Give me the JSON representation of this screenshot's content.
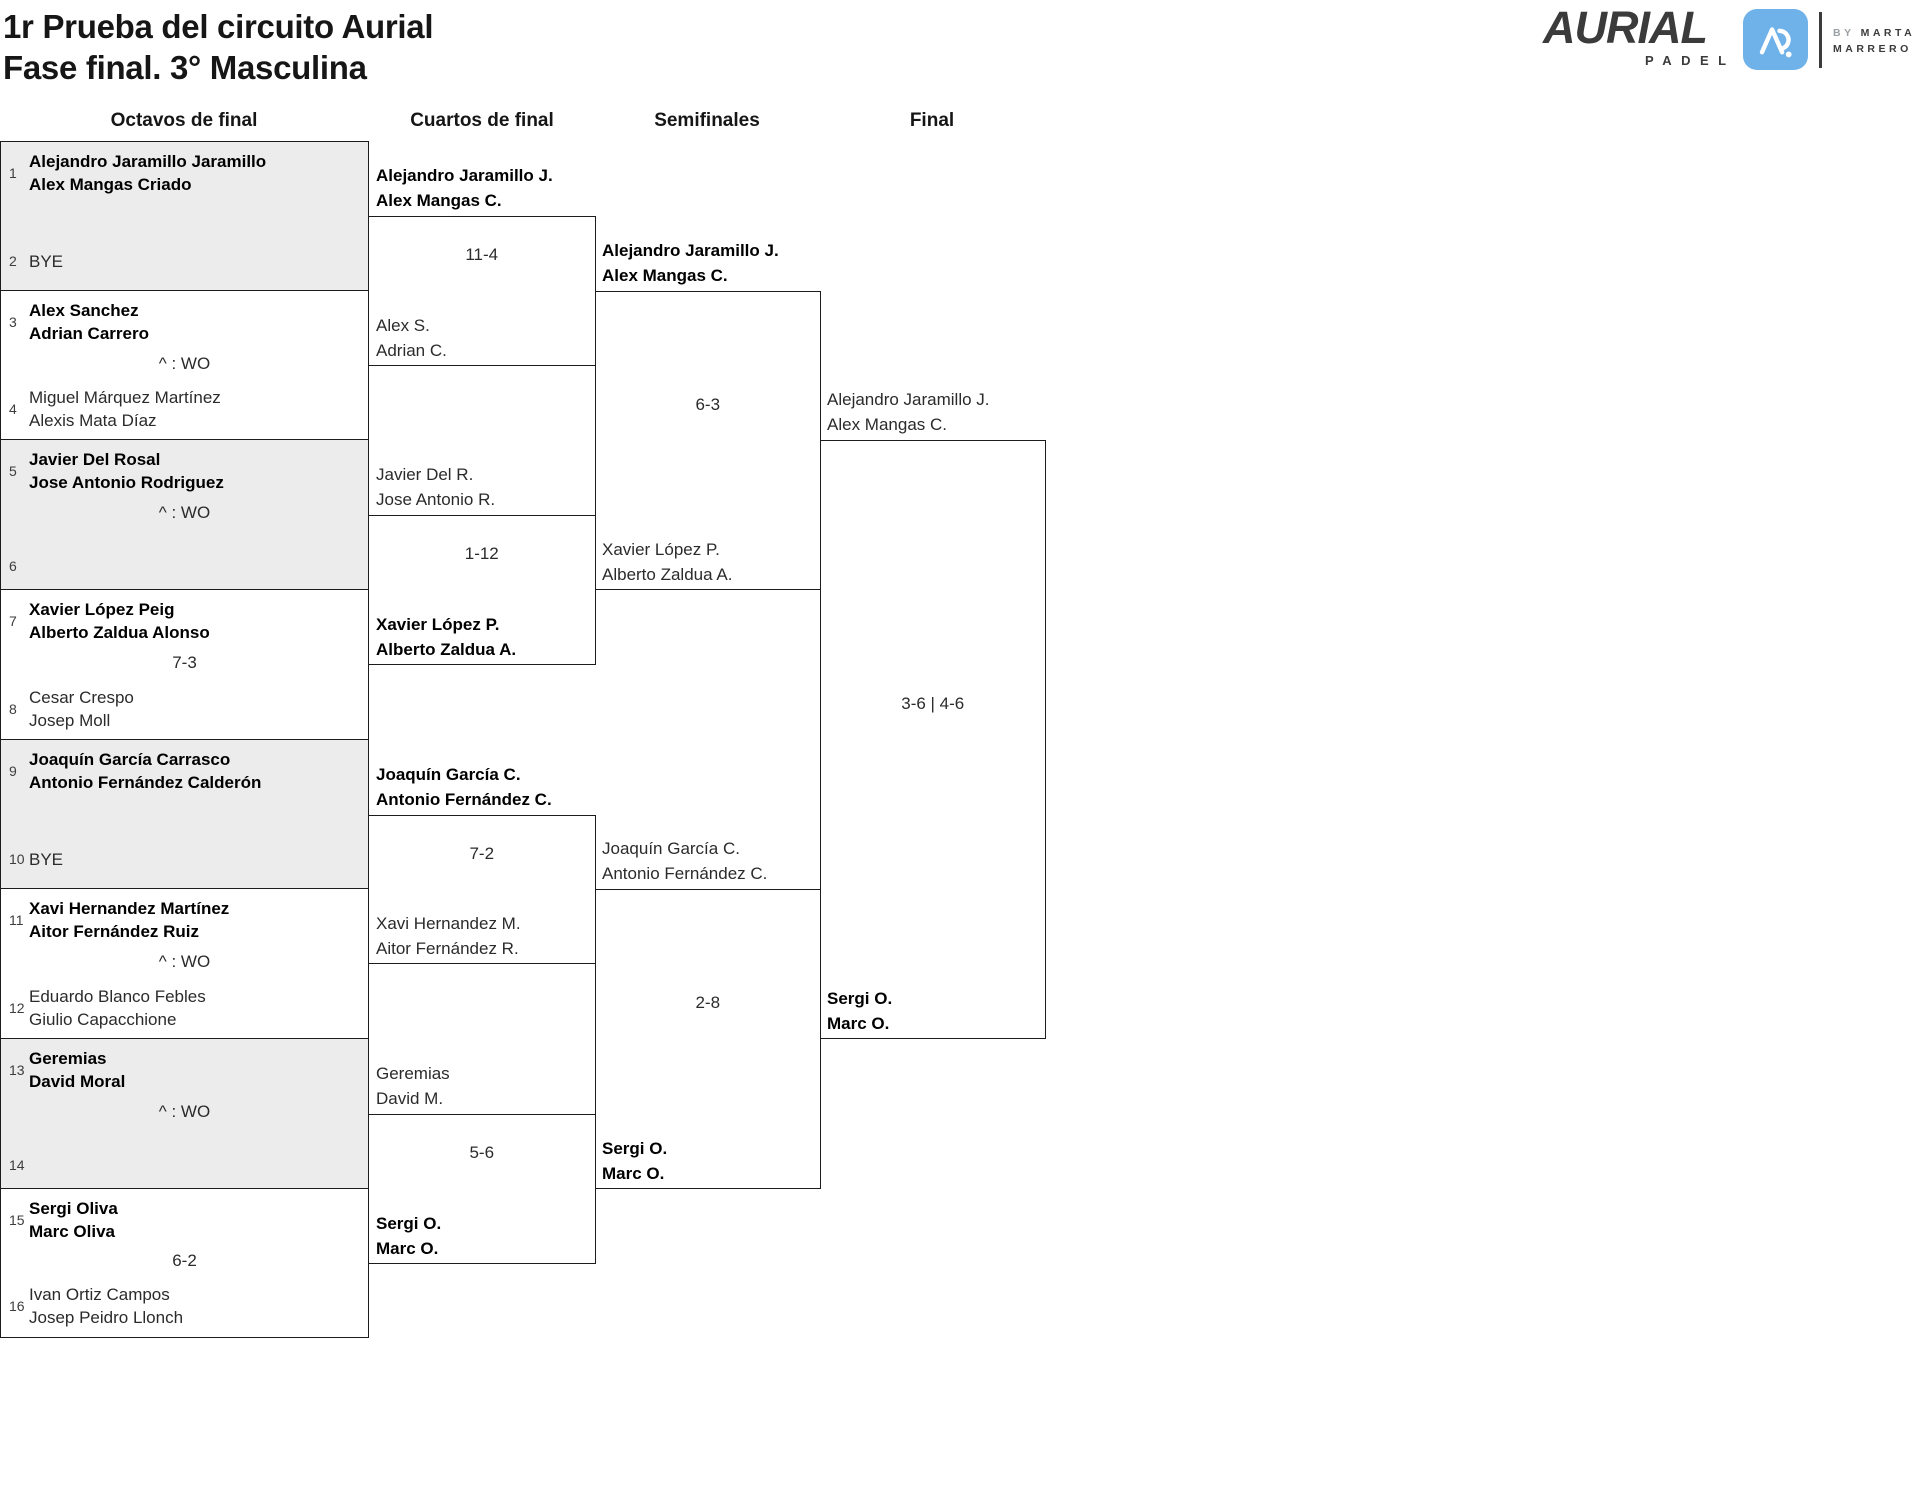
{
  "title": {
    "line1": "1r Prueba del circuito Aurial",
    "line2": "Fase final. 3° Masculina"
  },
  "logo": {
    "brand": "AURIAL",
    "sub": "PADEL",
    "by_prefix": "BY",
    "by_line1": "MARTA",
    "by_line2": "MARRERO",
    "monogram_icon": "aurial-ap-monogram",
    "blue": "#6FB2E9",
    "charcoal": "#3B3B3B"
  },
  "columns": [
    "Octavos de final",
    "Cuartos de final",
    "Semifinales",
    "Final"
  ],
  "colors": {
    "shaded_row": "#ECECEC",
    "line": "#1C1C1C",
    "text": "#1B1B1B"
  },
  "rounds": {
    "octavos": {
      "matches": [
        {
          "score": "",
          "top": {
            "seed": "1",
            "lines": [
              "Alejandro Jaramillo Jaramillo",
              "Alex Mangas Criado"
            ]
          },
          "bottom": {
            "seed": "2",
            "lines": [
              "BYE"
            ]
          }
        },
        {
          "score": "^ : WO",
          "top": {
            "seed": "3",
            "lines": [
              "Alex Sanchez",
              "Adrian Carrero"
            ]
          },
          "bottom": {
            "seed": "4",
            "lines": [
              "Miguel Márquez Martínez",
              "Alexis Mata Díaz"
            ]
          }
        },
        {
          "score": "^ : WO",
          "top": {
            "seed": "5",
            "lines": [
              "Javier Del Rosal",
              "Jose Antonio Rodriguez"
            ]
          },
          "bottom": {
            "seed": "6",
            "lines": []
          }
        },
        {
          "score": "7-3",
          "top": {
            "seed": "7",
            "lines": [
              "Xavier López Peig",
              "Alberto Zaldua Alonso"
            ]
          },
          "bottom": {
            "seed": "8",
            "lines": [
              "Cesar Crespo",
              "Josep Moll"
            ]
          }
        },
        {
          "score": "",
          "top": {
            "seed": "9",
            "lines": [
              "Joaquín García Carrasco",
              "Antonio Fernández Calderón"
            ]
          },
          "bottom": {
            "seed": "10",
            "lines": [
              "BYE"
            ]
          }
        },
        {
          "score": "^ : WO",
          "top": {
            "seed": "11",
            "lines": [
              "Xavi Hernandez Martínez",
              "Aitor Fernández Ruiz"
            ]
          },
          "bottom": {
            "seed": "12",
            "lines": [
              "Eduardo Blanco Febles",
              "Giulio Capacchione"
            ]
          }
        },
        {
          "score": "^ : WO",
          "top": {
            "seed": "13",
            "lines": [
              "Geremias",
              "David Moral"
            ]
          },
          "bottom": {
            "seed": "14",
            "lines": []
          }
        },
        {
          "score": "6-2",
          "top": {
            "seed": "15",
            "lines": [
              "Sergi Oliva",
              "Marc Oliva"
            ]
          },
          "bottom": {
            "seed": "16",
            "lines": [
              "Ivan Ortiz Campos",
              "Josep Peidro Llonch"
            ]
          }
        }
      ]
    },
    "cuartos": {
      "matches": [
        {
          "score": "11-4",
          "top": {
            "lines": [
              "Alejandro Jaramillo J.",
              "Alex Mangas C."
            ]
          },
          "bottom": {
            "lines": [
              "Alex S.",
              "Adrian C."
            ]
          }
        },
        {
          "score": "1-12",
          "top": {
            "lines": [
              "Javier Del R.",
              "Jose Antonio R."
            ]
          },
          "bottom": {
            "lines": [
              "Xavier López P.",
              "Alberto Zaldua A."
            ]
          }
        },
        {
          "score": "7-2",
          "top": {
            "lines": [
              "Joaquín García C.",
              "Antonio Fernández C."
            ]
          },
          "bottom": {
            "lines": [
              "Xavi Hernandez M.",
              "Aitor Fernández R."
            ]
          }
        },
        {
          "score": "5-6",
          "top": {
            "lines": [
              "Geremias",
              "David M."
            ]
          },
          "bottom": {
            "lines": [
              "Sergi O.",
              "Marc O."
            ]
          }
        }
      ]
    },
    "semifinales": {
      "matches": [
        {
          "score": "6-3",
          "top": {
            "lines": [
              "Alejandro Jaramillo J.",
              "Alex Mangas C."
            ]
          },
          "bottom": {
            "lines": [
              "Xavier López P.",
              "Alberto Zaldua A."
            ]
          }
        },
        {
          "score": "2-8",
          "top": {
            "lines": [
              "Joaquín García C.",
              "Antonio Fernández C."
            ]
          },
          "bottom": {
            "lines": [
              "Sergi O.",
              "Marc O."
            ]
          }
        }
      ]
    },
    "final": {
      "matches": [
        {
          "score": "3-6 | 4-6",
          "top": {
            "lines": [
              "Alejandro Jaramillo J.",
              "Alex Mangas C."
            ]
          },
          "bottom": {
            "lines": [
              "Sergi O.",
              "Marc O."
            ]
          }
        }
      ]
    }
  }
}
